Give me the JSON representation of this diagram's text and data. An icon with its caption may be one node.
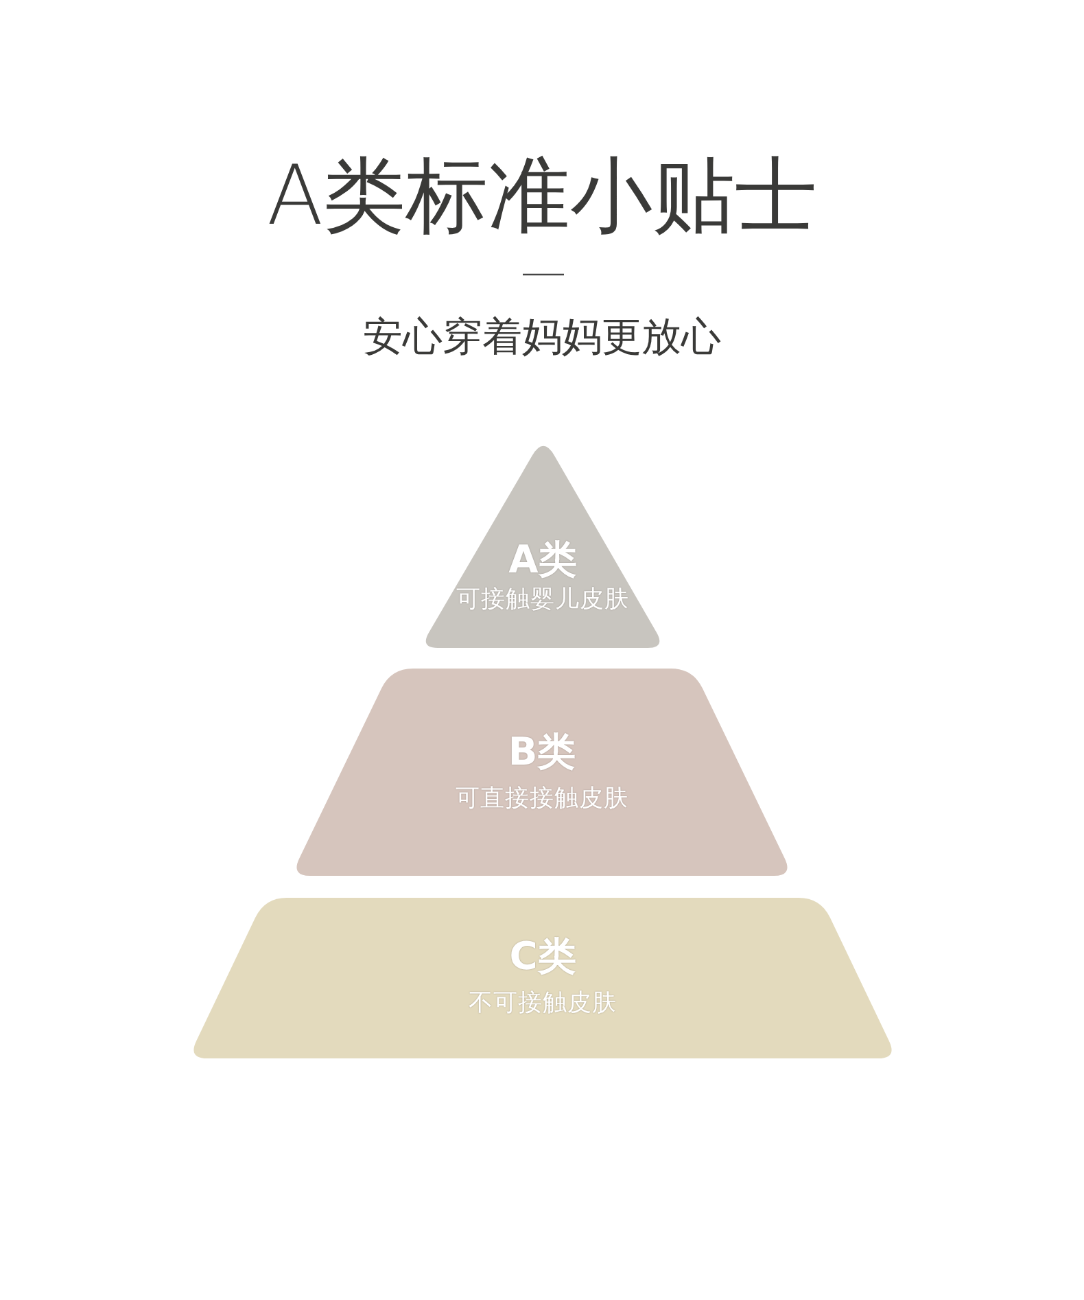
{
  "diagram": {
    "title": "A类标准小贴士",
    "nodes": [
      {
        "text": [
          "A类",
          "可接触婴儿皮肤"
        ]
      },
      {
        "text": [
          "B类",
          "可直接接触皮肤"
        ]
      },
      {
        "text": [
          "C类",
          "不可接触皮肤"
        ]
      }
    ],
    "labels": [
      "安心穿着妈妈更放心"
    ]
  }
}
